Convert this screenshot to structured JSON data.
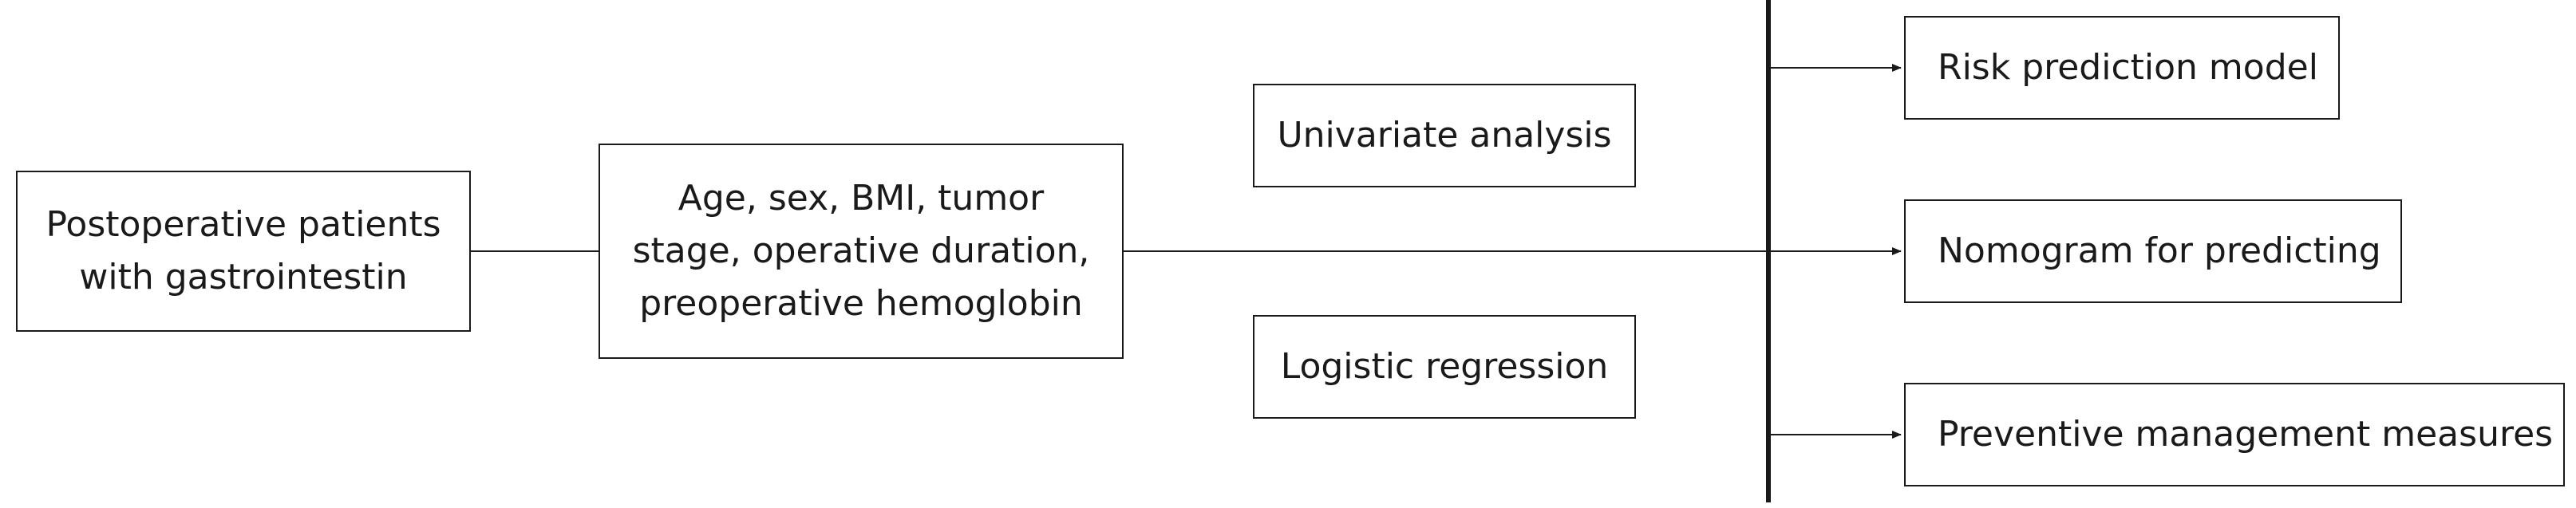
{
  "nodes": {
    "patients": {
      "lines": [
        "Postoperative patients",
        "with gastrointestin"
      ]
    },
    "factors": {
      "lines": [
        "Age, sex, BMI, tumor",
        "stage, operative duration,",
        "preoperative hemoglobin"
      ]
    },
    "univariate": {
      "label": "Univariate analysis"
    },
    "logistic": {
      "label": "Logistic regression"
    },
    "risk_model": {
      "label": "Risk prediction model"
    },
    "nomogram": {
      "label": "Nomogram for predicting"
    },
    "preventive": {
      "label": "Preventive management measures"
    }
  },
  "colors": {
    "stroke": "#1a1a1a",
    "background": "#ffffff"
  }
}
